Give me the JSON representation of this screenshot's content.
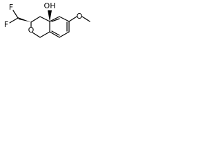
{
  "diagram": {
    "labels": {
      "oh": "OH",
      "f_top": "F",
      "f_bottom": "F",
      "o_ring": "O",
      "o_methoxy": "O"
    },
    "colors": {
      "bond": "#000000",
      "text": "#000000",
      "background": "#ffffff"
    }
  }
}
